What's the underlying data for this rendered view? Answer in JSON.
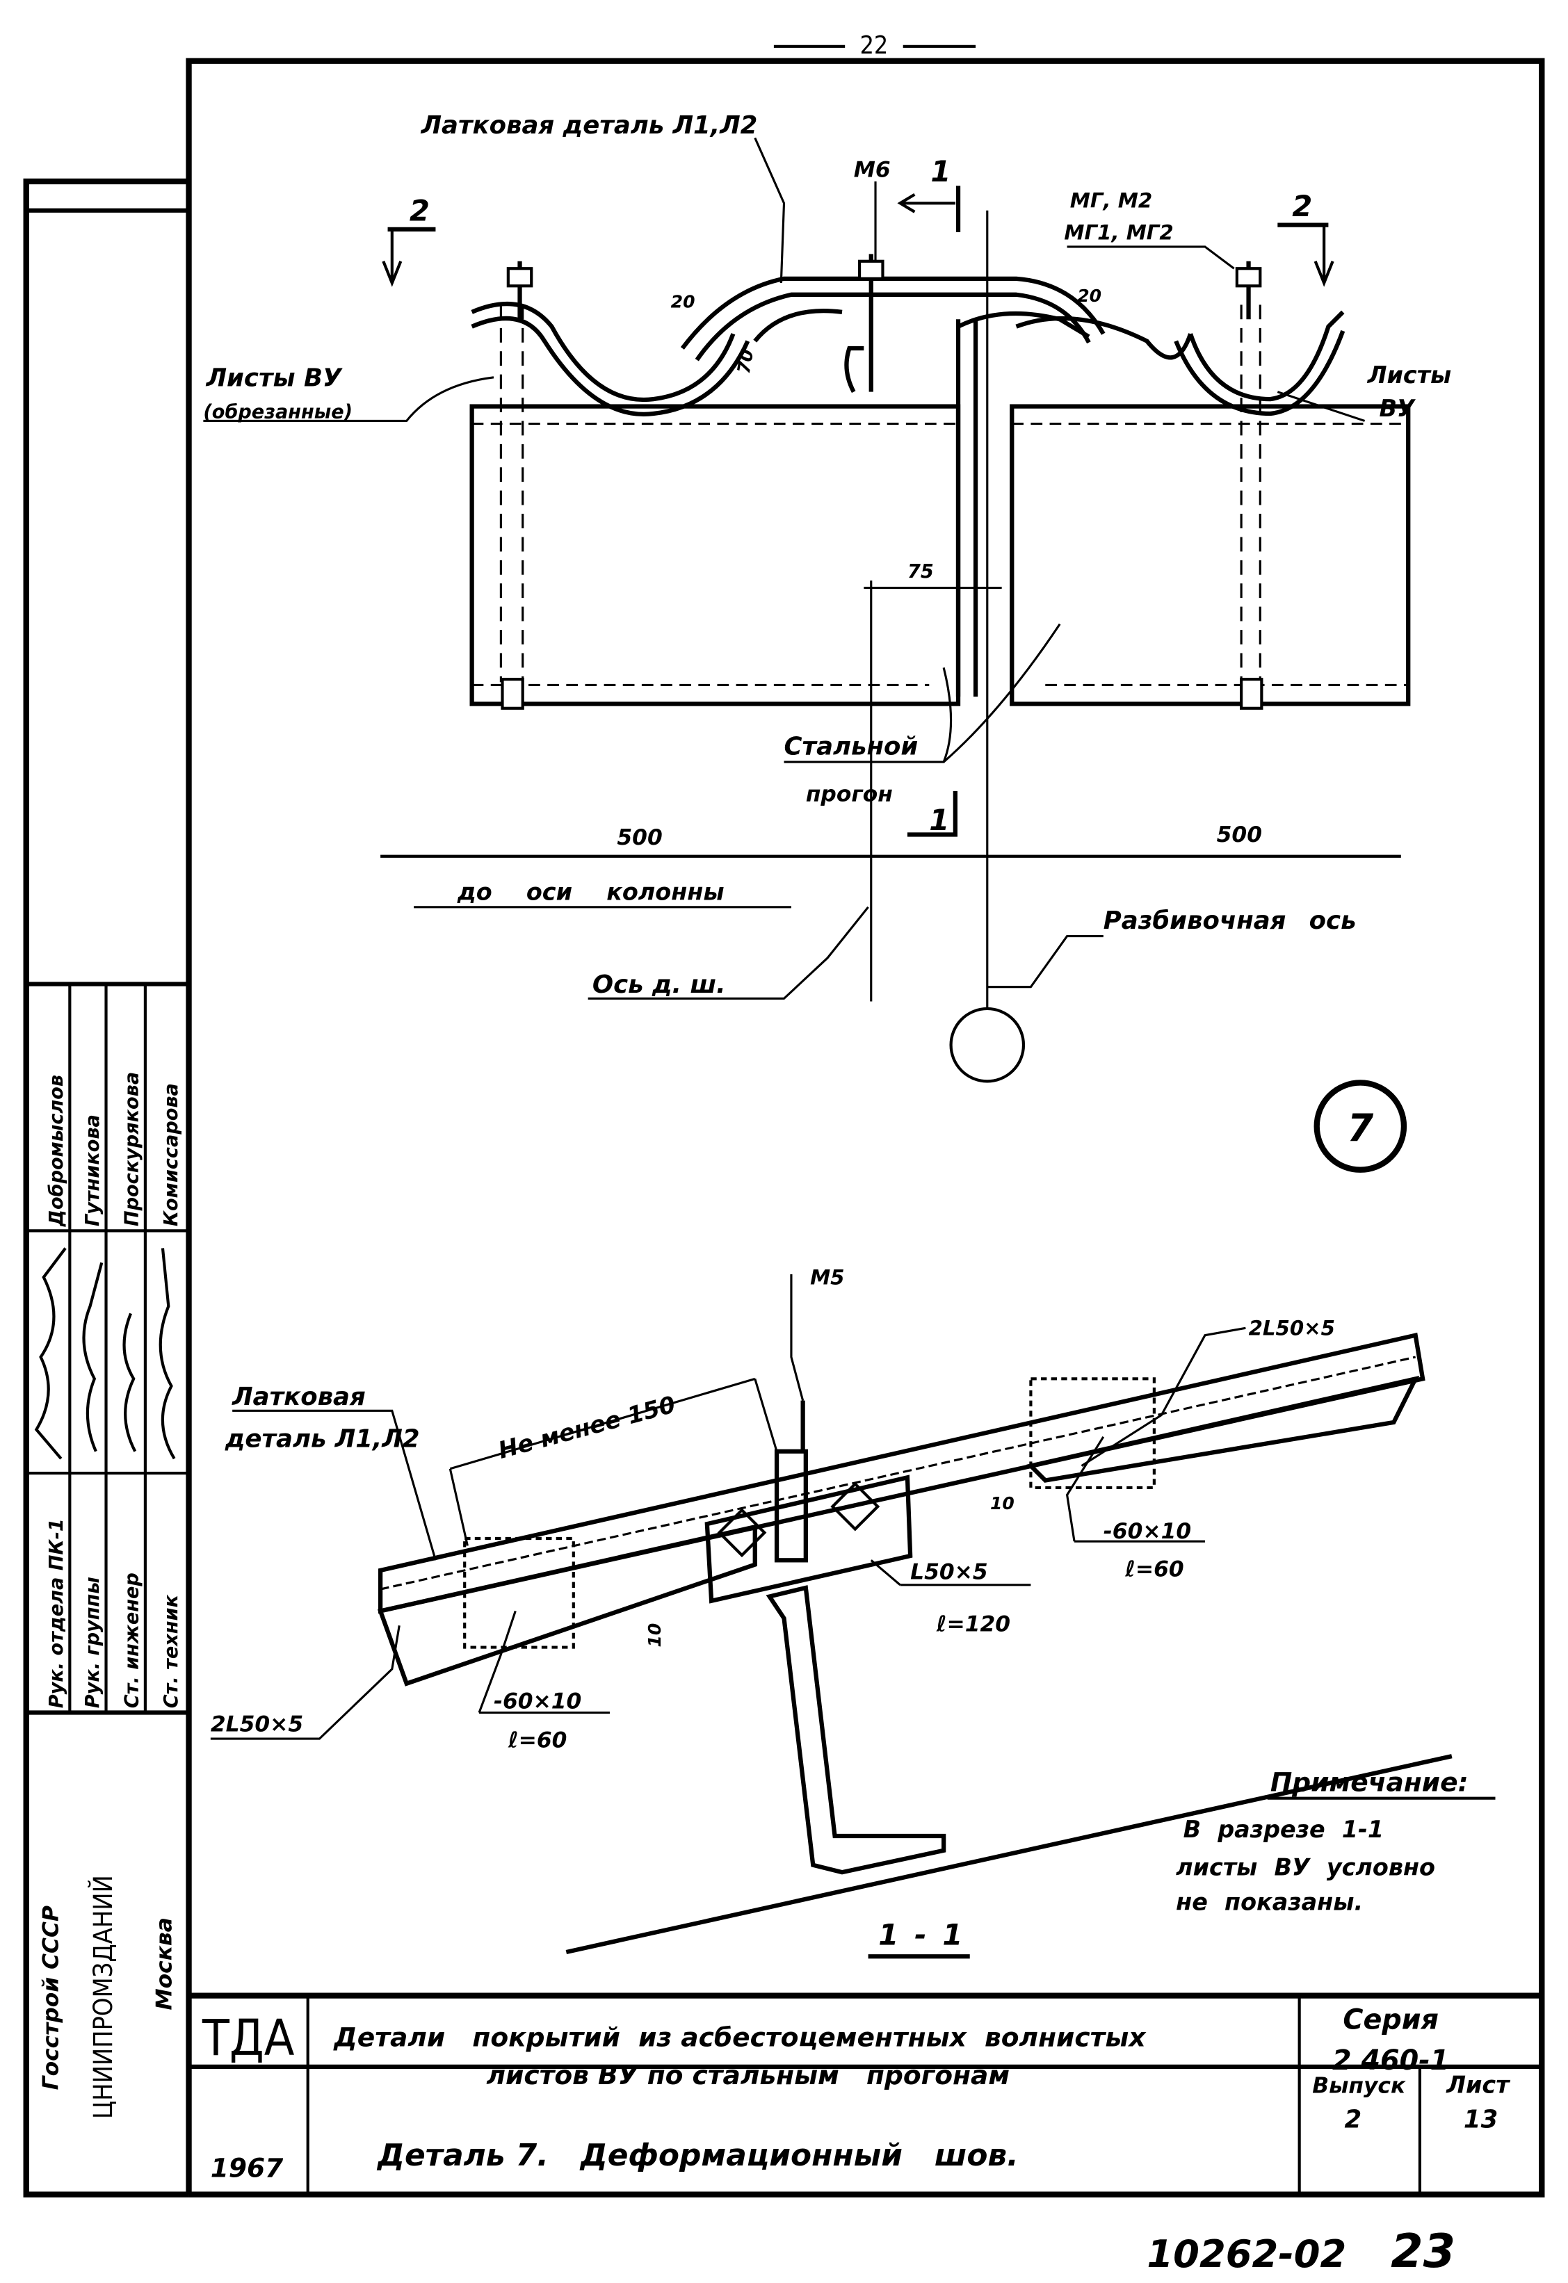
{
  "page_number": "22",
  "top_view": {
    "gutter_part": "Латковая деталь Л1,Л2",
    "bolt": "М6",
    "section_mark_1": "1",
    "fasteners_1": "МГ, М2",
    "fasteners_2": "МГ1, МГ2",
    "section_mark_2_left": "2",
    "section_mark_2_right": "2",
    "sheets_left_1": "Листы ВУ",
    "sheets_left_2": "(обрезанные)",
    "sheets_right_1": "Листы",
    "sheets_right_2": "ВУ",
    "dim_20_left": "20",
    "dim_20_right": "20",
    "dim_70": "70",
    "dim_75": "75",
    "purlin_1": "Стальной",
    "purlin_2": "прогон",
    "section_mark_1_bottom": "1",
    "dim_500_left": "500",
    "dim_500_right": "500",
    "to_column_axis": "до оси колонны",
    "layout_axis": "Разбивочная ось",
    "joint_axis": "Ось д. ш.",
    "detail_number": "7"
  },
  "section_view": {
    "bolt": "М5",
    "angle_top_right": "2L50×5",
    "gutter_1": "Латковая",
    "gutter_2": "деталь Л1,Л2",
    "min_150": "Не менее 150",
    "dim_10_right": "10",
    "plate_right_1": "-60×10",
    "plate_right_2": "ℓ=60",
    "angle_mid_1": "L50×5",
    "angle_mid_2": "ℓ=120",
    "dim_10_left": "10",
    "angle_left": "2L50×5",
    "plate_left_1": "-60×10",
    "plate_left_2": "ℓ=60",
    "title": "1 - 1"
  },
  "note": {
    "heading": "Примечание:",
    "line1": "В разрезе 1-1",
    "line2": "листы ВУ условно",
    "line3": "не показаны."
  },
  "title_block": {
    "org_code": "ТДА",
    "title_line1": "Детали   покрытий  из асбестоцементных  волнистых",
    "title_line2": "листов ВУ по стальным   прогонам",
    "series_label": "Серия",
    "series_value": "2 460-1",
    "year": "1967",
    "subtitle": "Деталь 7.   Деформационный   шов.",
    "issue_label": "Выпуск",
    "issue_value": "2",
    "sheet_label": "Лист",
    "sheet_value": "13"
  },
  "stamp": {
    "roles": [
      "Рук. отдела ПК-1",
      "Рук. группы",
      "Ст. инженер",
      "Ст. техник"
    ],
    "names": [
      "Добромыслов",
      "Гутникова",
      "Проскурякова",
      "Комиссарова"
    ],
    "org1": "Госстрой СССР",
    "org2": "ЦНИИПРОМЗДАНИЙ",
    "city": "Москва"
  },
  "doc_number": "10262-02",
  "doc_page": "23"
}
